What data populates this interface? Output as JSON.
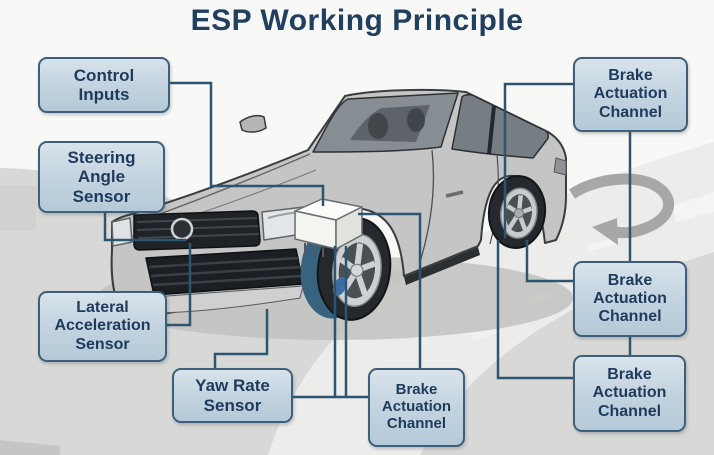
{
  "title": "ESP Working Principle",
  "diagram": {
    "boxes": [
      {
        "id": "control-inputs",
        "label": "Control\nInputs"
      },
      {
        "id": "steering-angle-sensor",
        "label": "Steering\nAngle\nSensor"
      },
      {
        "id": "lateral-acceleration-sensor",
        "label": "Lateral\nAcceleration\nSensor"
      },
      {
        "id": "yaw-rate-sensor",
        "label": "Yaw Rate\nSensor"
      },
      {
        "id": "brake-actuation-channel-front",
        "label": "Brake\nActuation\nChannel"
      },
      {
        "id": "brake-actuation-channel-rear-top",
        "label": "Brake\nActuation\nChannel"
      },
      {
        "id": "brake-actuation-channel-rear-middle",
        "label": "Brake\nActuation\nChannel"
      },
      {
        "id": "brake-actuation-channel-rear-bottom",
        "label": "Brake\nActuation\nChannel"
      }
    ],
    "icons": [
      {
        "name": "yaw-rotation-arrow-icon",
        "meaning": "vehicle yaw rotation"
      },
      {
        "name": "ecu-control-unit",
        "meaning": "ESP electronic control unit on front wheel"
      }
    ],
    "colors": {
      "title": "#21405f",
      "box_fill": "#c9d8e3",
      "box_border": "#3f5e79",
      "box_text": "#1e3b5c",
      "connector": "#2e5570",
      "background_top": "#f8f8f7",
      "background_gray": "#d8d8d6",
      "car_body": "#c4c5c4",
      "wheel_highlight_blue": "#38637f"
    }
  }
}
